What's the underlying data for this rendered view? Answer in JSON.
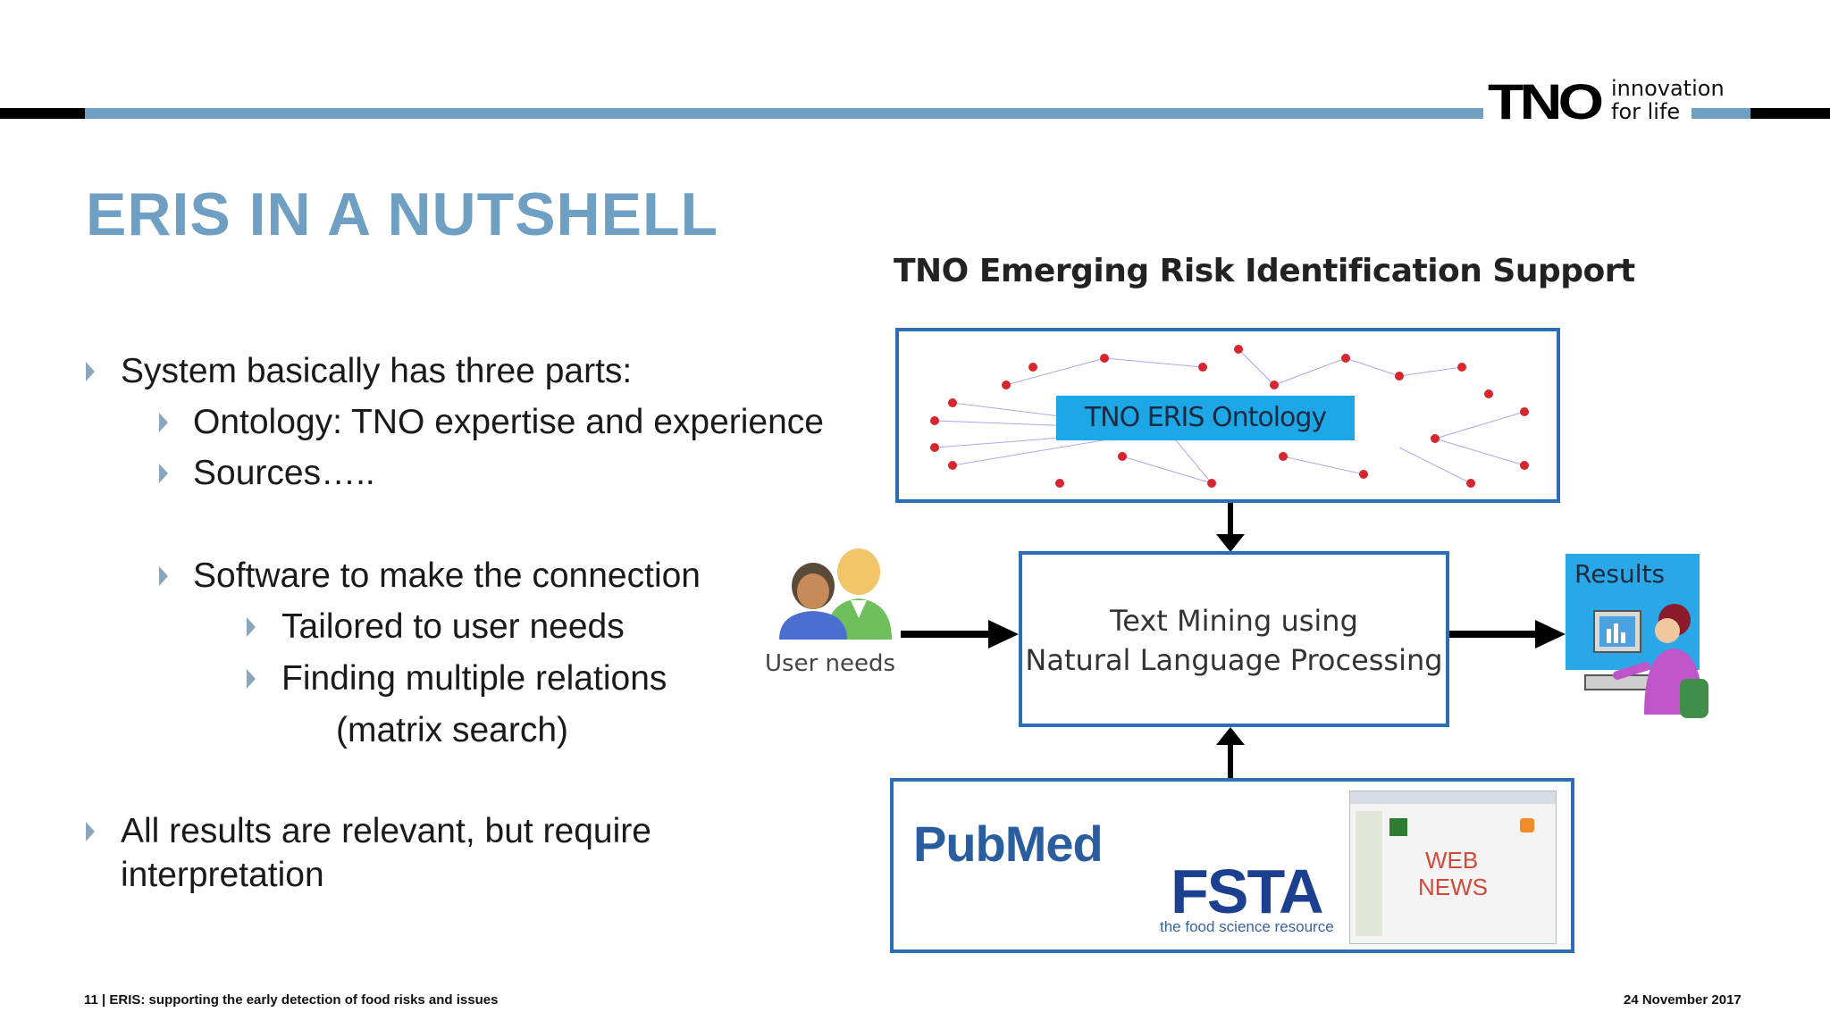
{
  "brand": {
    "logo_mark": "TNO",
    "logo_line1": "innovation",
    "logo_line2": "for life",
    "accent": "#6f9fc3"
  },
  "slide": {
    "title": "ERIS IN A NUTSHELL",
    "bullets": [
      {
        "level": 1,
        "text": "System basically has three parts:"
      },
      {
        "level": 2,
        "text": "Ontology: TNO expertise and experience"
      },
      {
        "level": 2,
        "text": "Sources….."
      },
      {
        "level": 2,
        "text": "Software to make the connection"
      },
      {
        "level": 3,
        "text": "Tailored to user needs"
      },
      {
        "level": 3,
        "text": "Finding multiple relations"
      },
      {
        "level": 0,
        "text": "(matrix search)"
      },
      {
        "level": 1,
        "text": "All results are relevant, but require"
      },
      {
        "level": 0,
        "text": "interpretation"
      }
    ]
  },
  "diagram": {
    "title": "TNO Emerging Risk Identification Support",
    "ontology_label": "TNO ERIS Ontology",
    "engine_line1": "Text Mining using",
    "engine_line2": "Natural Language Processing",
    "user_label": "User needs",
    "results_label": "Results",
    "sources": {
      "pubmed": "PubMed",
      "fsta": "FSTA",
      "fsta_tagline": "the food science resource",
      "web": "WEB",
      "news": "NEWS"
    },
    "box_color": "#2d6db4"
  },
  "footer": {
    "left": "11 | ERIS: supporting the early detection of food risks and issues",
    "right": "24 November 2017"
  }
}
